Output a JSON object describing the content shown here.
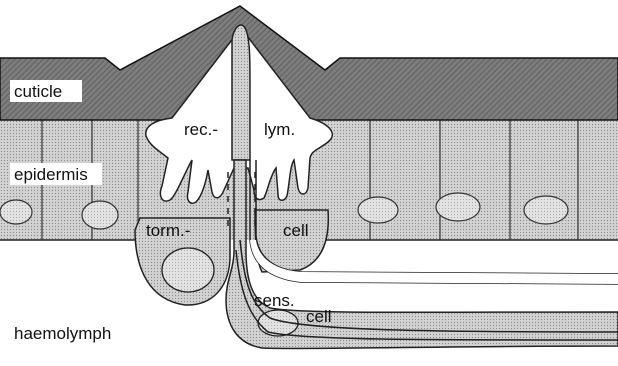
{
  "labels": {
    "cuticle": "cuticle",
    "epidermis": "epidermis",
    "rec": "rec.-",
    "lym": "lym.",
    "torm": "torm.-",
    "cell_upper": "cell",
    "sens": "sens.",
    "cell_lower": "cell",
    "haemolymph": "haemolymph"
  }
}
